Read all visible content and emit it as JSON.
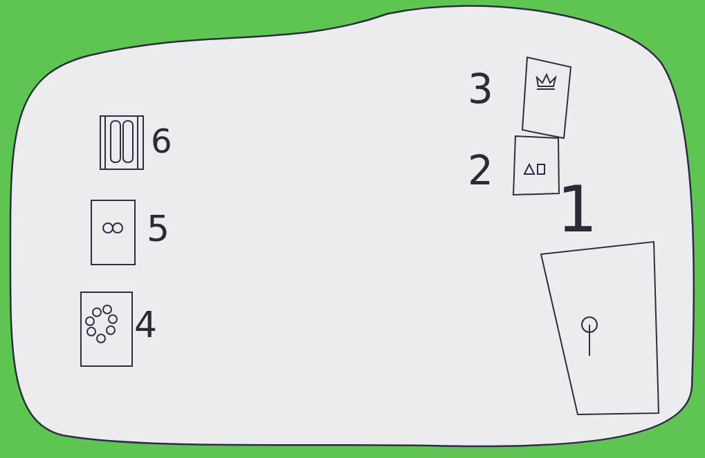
{
  "diagram": {
    "labels": [
      "3",
      "2",
      "1",
      "6",
      "5",
      "4"
    ]
  }
}
